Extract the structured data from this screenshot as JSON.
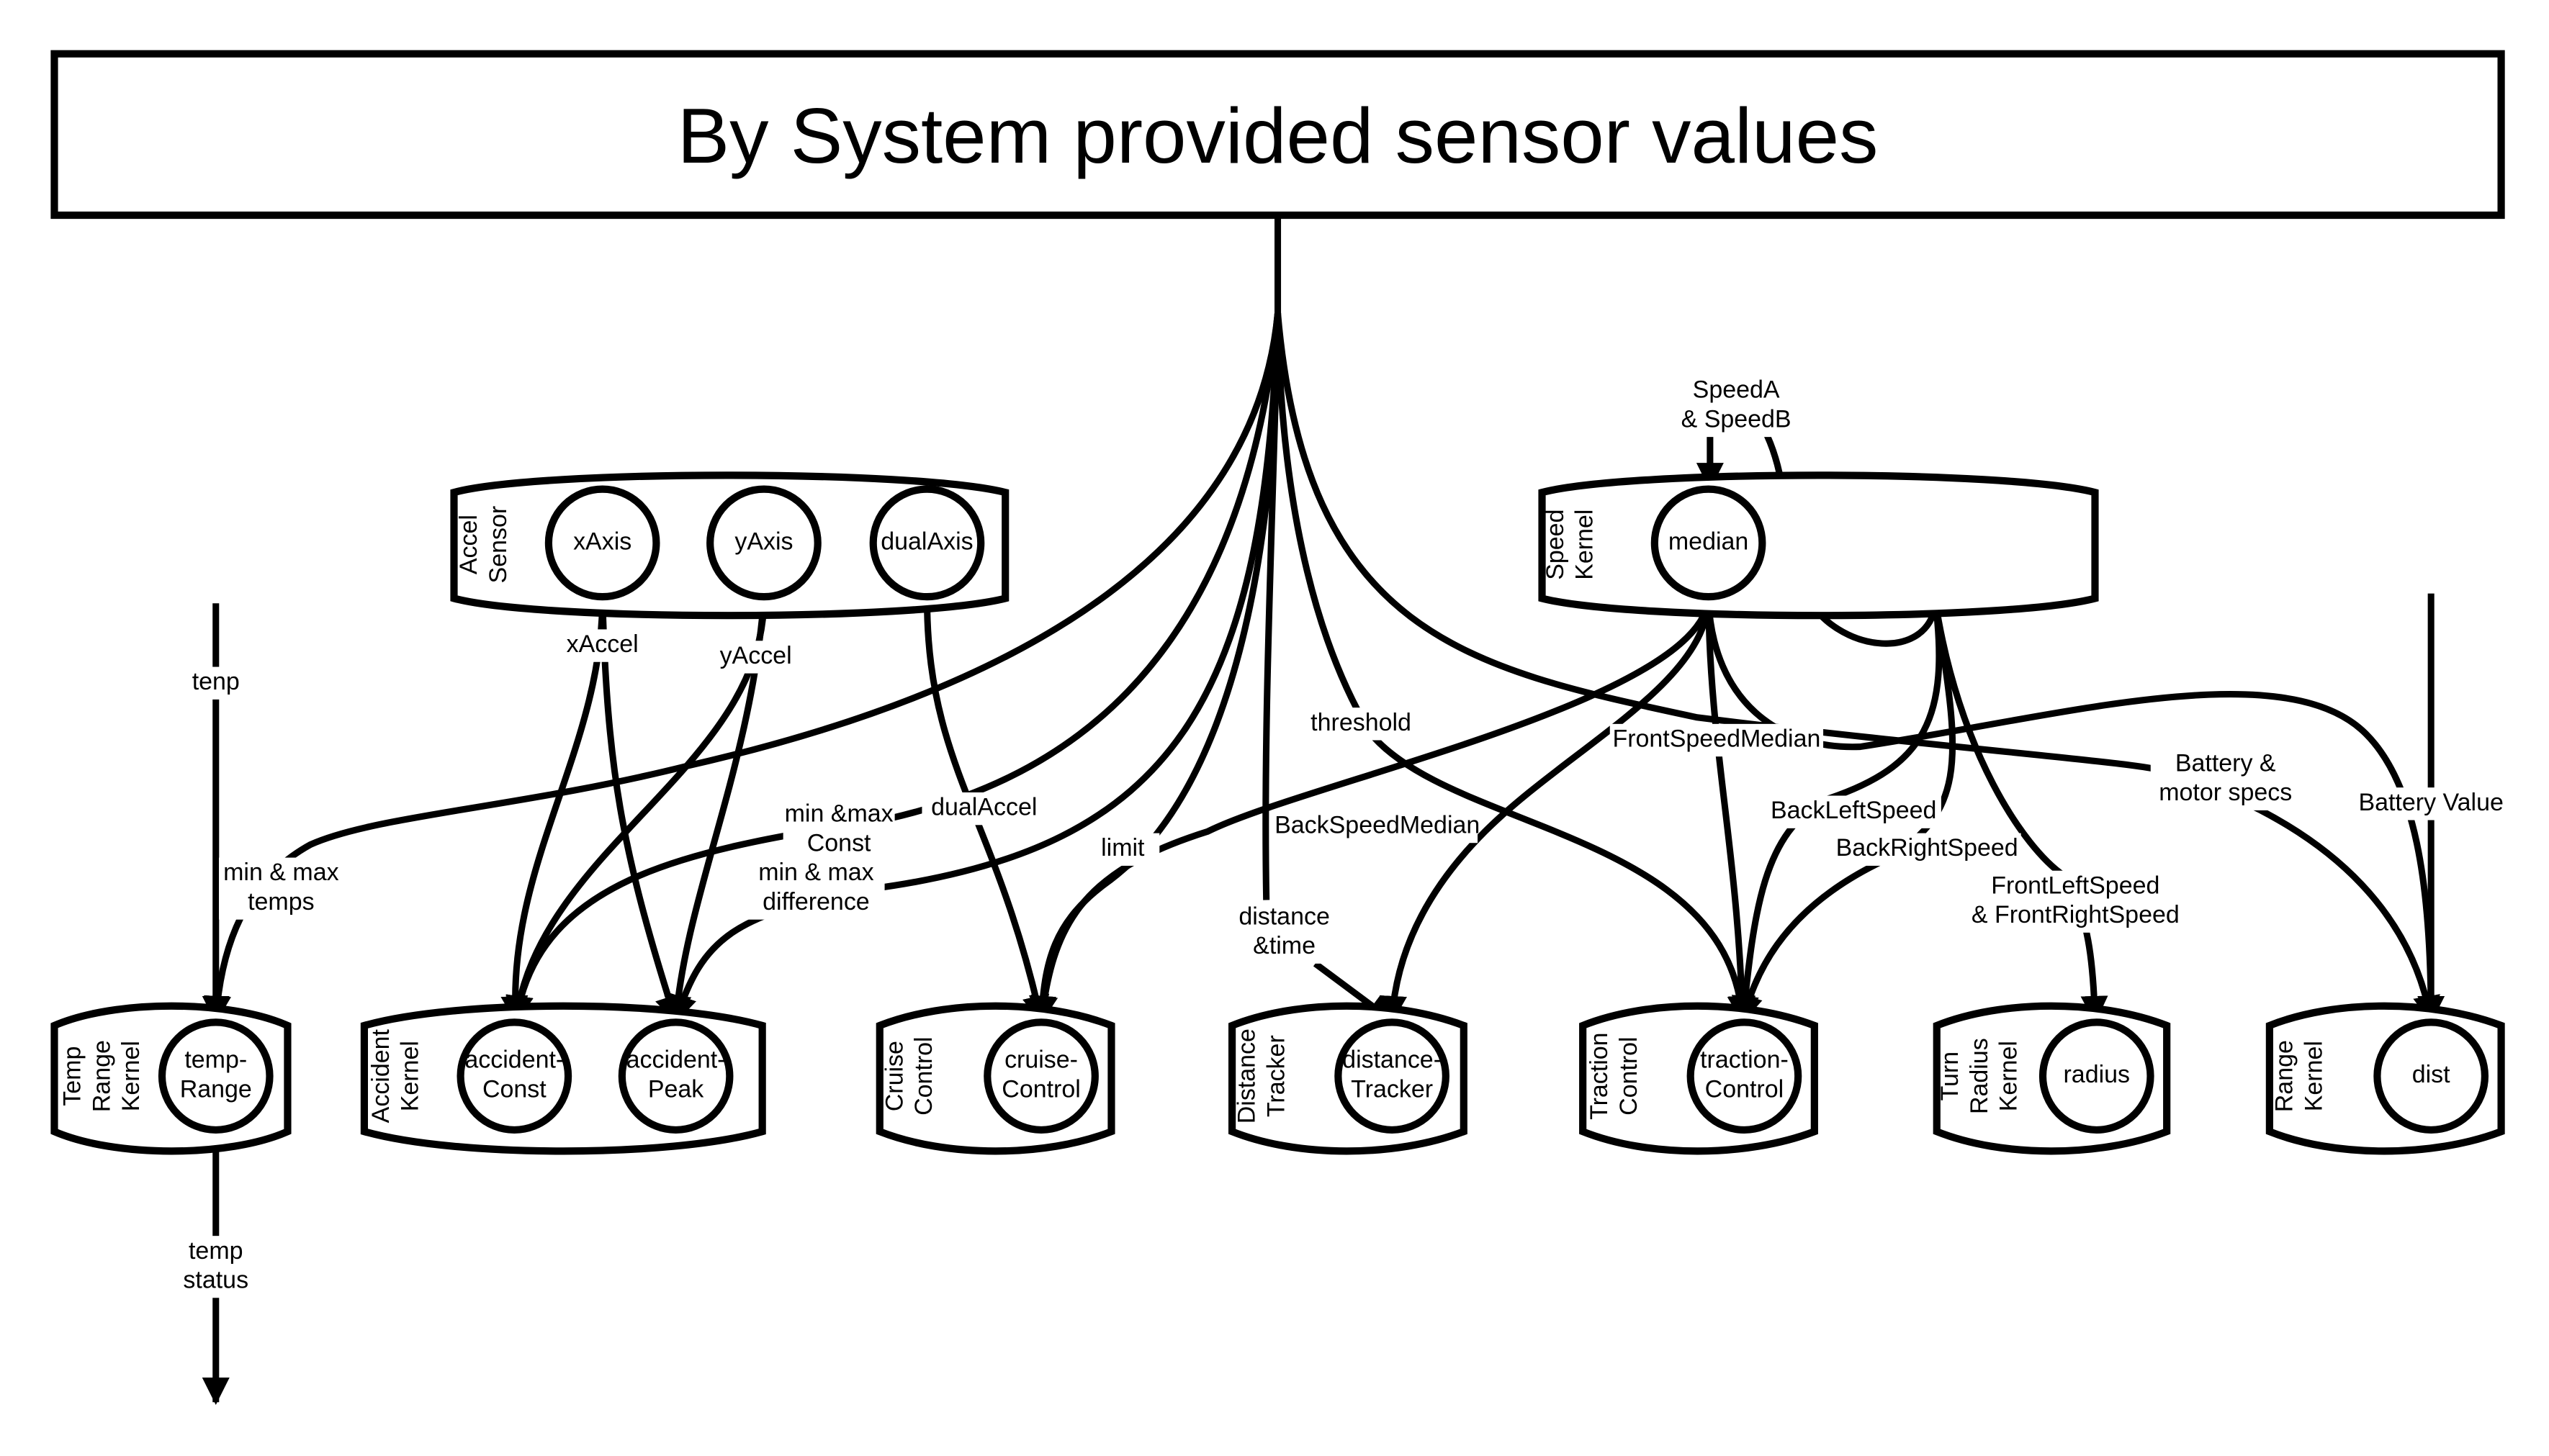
{
  "system": {
    "title": "By System provided sensor values"
  },
  "containers": {
    "accel_sensor": [
      "Accel",
      "Sensor"
    ],
    "speed_kernel": [
      "Speed",
      "Kernel"
    ],
    "temp_range_kernel": [
      "Temp",
      "Range",
      "Kernel"
    ],
    "accident_kernel": [
      "Accident",
      "Kernel"
    ],
    "cruise_control": [
      "Cruise",
      "Control"
    ],
    "distance_tracker": [
      "Distance",
      "Tracker"
    ],
    "traction_control": [
      "Traction",
      "Control"
    ],
    "turn_radius_kernel": [
      "Turn",
      "Radius",
      "Kernel"
    ],
    "range_kernel": [
      "Range",
      "Kernel"
    ]
  },
  "nodes": {
    "x_axis": [
      "xAxis"
    ],
    "y_axis": [
      "yAxis"
    ],
    "dual_axis": [
      "dualAxis"
    ],
    "median": [
      "median"
    ],
    "temp_range": [
      "temp-",
      "Range"
    ],
    "accident_const": [
      "accident-",
      "Const"
    ],
    "accident_peak": [
      "accident-",
      "Peak"
    ],
    "cruise_control": [
      "cruise-",
      "Control"
    ],
    "distance_tracker": [
      "distance-",
      "Tracker"
    ],
    "traction_control": [
      "traction-",
      "Control"
    ],
    "radius": [
      "radius"
    ],
    "dist": [
      "dist"
    ]
  },
  "edge_labels": {
    "x_accel": [
      "xAccel"
    ],
    "y_accel": [
      "yAccel"
    ],
    "dual_accel": [
      "dualAccel"
    ],
    "speeds": [
      "SpeedA",
      "& SpeedB"
    ],
    "tenp": [
      "tenp"
    ],
    "min_max_temps": [
      "min & max",
      "temps"
    ],
    "min_max_const": [
      "min &max",
      "Const"
    ],
    "min_max_difference": [
      "min & max",
      "difference"
    ],
    "limit": [
      "limit"
    ],
    "threshold": [
      "threshold"
    ],
    "distance_time": [
      "distance",
      "&time"
    ],
    "front_speed_median": [
      "FrontSpeedMedian"
    ],
    "back_speed_median": [
      "BackSpeedMedian"
    ],
    "back_left_speed": [
      "BackLeftSpeed"
    ],
    "back_right_speed": [
      "BackRightSpeed"
    ],
    "front_left_right_speed": [
      "FrontLeftSpeed",
      "& FrontRightSpeed"
    ],
    "battery_motor_specs": [
      "Battery &",
      "motor specs"
    ],
    "battery_value": [
      "Battery Value"
    ],
    "temp_status": [
      "temp",
      "status"
    ]
  }
}
